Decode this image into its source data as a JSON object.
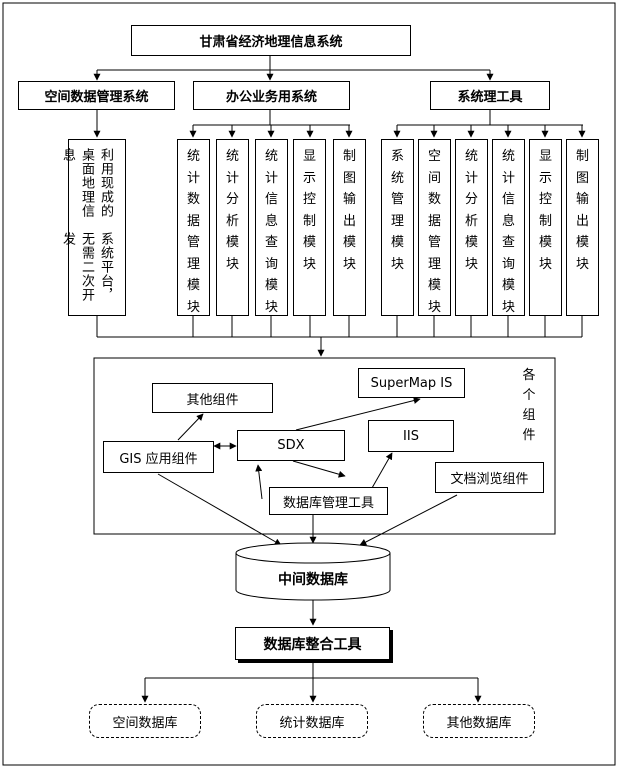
{
  "top": {
    "title": "甘肃省经济地理信息系统"
  },
  "systems": {
    "spatial": "空间数据管理系统",
    "office": "办公业务用系统",
    "tools": "系统理工具"
  },
  "spatial_desc": {
    "col1": "利用现成的桌面地理信息",
    "col2": "系统平台，无需二次开发"
  },
  "office_modules": [
    "统计数据管理模块",
    "统计分析模块",
    "统计信息查询模块",
    "显示控制模块",
    "制图输出模块"
  ],
  "tool_modules": [
    "系统管理模块",
    "空间数据管理模块",
    "统计分析模块",
    "统计信息查询模块",
    "显示控制模块",
    "制图输出模块"
  ],
  "components": {
    "side_label": "各个组件",
    "other": "其他组件",
    "supermap": "SuperMap IS",
    "gis_app": "GIS 应用组件",
    "sdx": "SDX",
    "iis": "IIS",
    "doc": "文档浏览组件",
    "db_tool": "数据库管理工具"
  },
  "middle_db": "中间数据库",
  "integrate": "数据库整合工具",
  "databases": [
    "空间数据库",
    "统计数据库",
    "其他数据库"
  ]
}
